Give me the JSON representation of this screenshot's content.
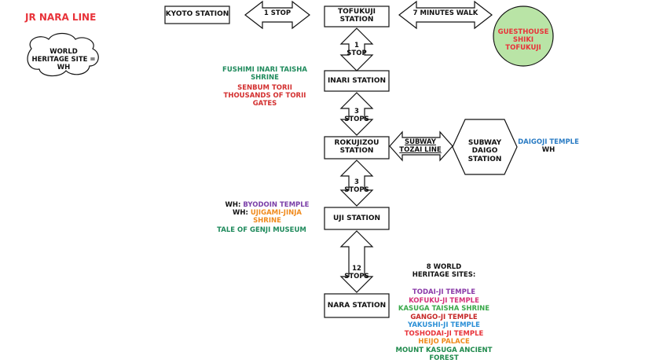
{
  "title": "JR NARA LINE",
  "legend": "WORLD HERITAGE SITE = WH",
  "stations": {
    "kyoto": "KYOTO STATION",
    "tofukuji": "TOFUKUJI STATION",
    "inari": "INARI STATION",
    "rokujizou": "ROKUJIZOU STATION",
    "uji": "UJI STATION",
    "nara": "NARA STATION",
    "daigo": "SUBWAY DAIGO STATION"
  },
  "connectors": {
    "kyoto_tofukuji": "1 STOP",
    "tofukuji_guesthouse": "7 MINUTES WALK",
    "tofukuji_inari": "1 STOP",
    "inari_rokujizou": "3 STOPS",
    "rokujizou_daigo": "SUBWAY TOZAI LINE",
    "rokujizou_uji": "3 STOPS",
    "uji_nara": "12 STOPS"
  },
  "guesthouse": "GUESTHOUSE SHIKI TOFUKUJI",
  "inari_notes": {
    "line1": "FUSHIMI INARI TAISHA SHRINE",
    "line2": "SENBUM TORII",
    "line3": "THOUSANDS OF TORII GATES"
  },
  "daigo_notes": {
    "line1": "DAIGOJI TEMPLE",
    "line2": "WH"
  },
  "uji_notes": {
    "prefix1": "WH:",
    "site1": "BYODOIN TEMPLE",
    "prefix2": "WH:",
    "site2": "UJIGAMI-JINJA SHRINE",
    "line3": "TALE OF GENJI MUSEUM"
  },
  "nara_notes": {
    "heading": "8 WORLD HERITAGE SITES:",
    "sites": [
      {
        "name": "TODAI-JI TEMPLE",
        "color": "#8a3aa8"
      },
      {
        "name": "KOFUKU-JI TEMPLE",
        "color": "#d6337a"
      },
      {
        "name": "KASUGA TAISHA SHRINE",
        "color": "#3aa84a"
      },
      {
        "name": "GANGO-JI TEMPLE",
        "color": "#c62828"
      },
      {
        "name": "YAKUSHI-JI TEMPLE",
        "color": "#2b8fd6"
      },
      {
        "name": "TOSHODAI-JI TEMPLE",
        "color": "#e8333a"
      },
      {
        "name": "HEIJO PALACE",
        "color": "#f08a1c"
      },
      {
        "name": "MOUNT KASUGA ANCIENT FOREST",
        "color": "#1f8a4c"
      }
    ]
  },
  "colors": {
    "title": "#e8333a",
    "guesthouse_fill": "#b9e4a6",
    "guesthouse_text": "#e8333a",
    "inari_shrine": "#1f8a5c",
    "torii": "#d32f2f",
    "daigoji": "#2b7cc4",
    "byodoin": "#7a3fa8",
    "ujigami": "#f08a1c",
    "genji": "#1f8a5c"
  }
}
